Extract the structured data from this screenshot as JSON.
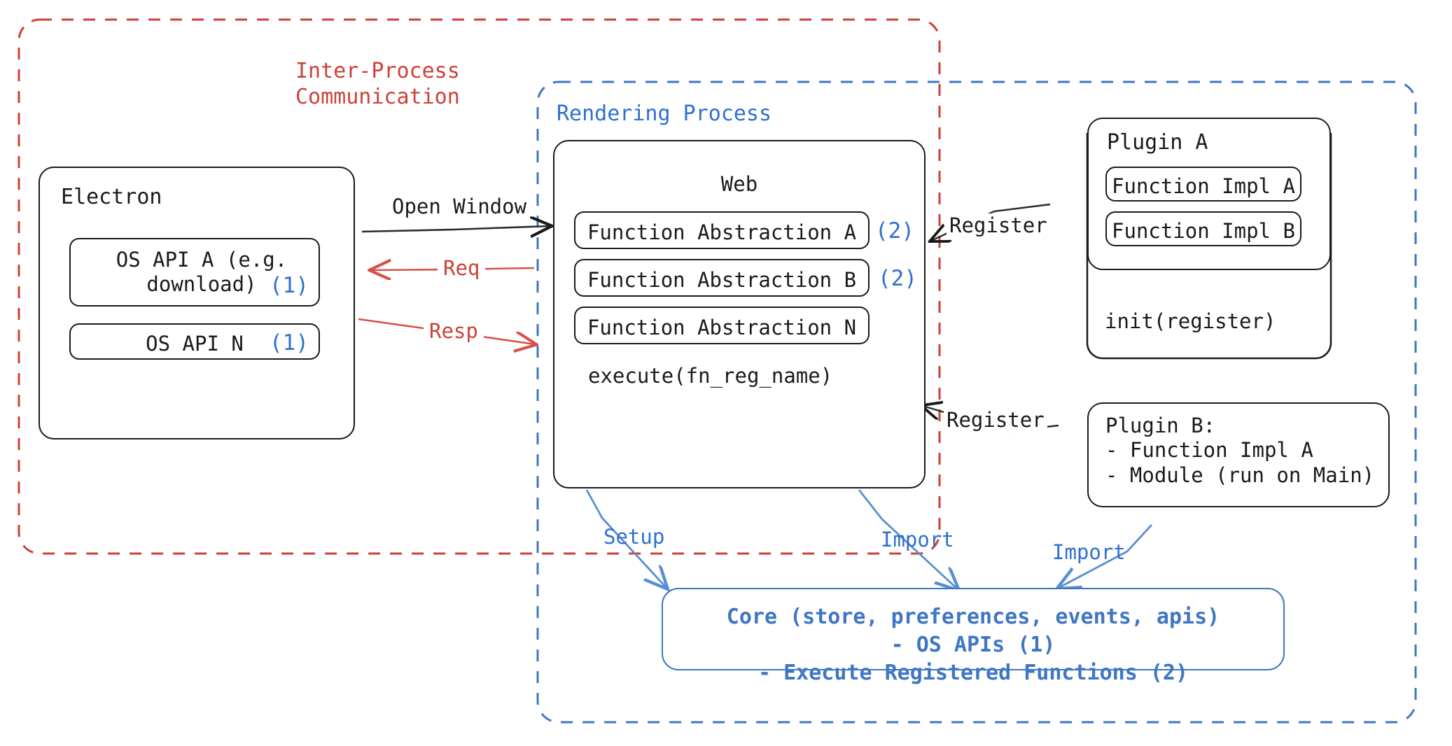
{
  "diagram": {
    "title": "Electron plugin architecture",
    "colors": {
      "red": "#cb4238",
      "blue": "#2f6fd0",
      "core_blue": "#3f76c4",
      "black": "#1a1a1a",
      "background": "#ffffff"
    }
  },
  "containers": {
    "ipc": {
      "label": "Inter-Process\nCommunication",
      "style": "red-dashed"
    },
    "rendering": {
      "label": "Rendering Process",
      "style": "blue-dashed"
    }
  },
  "electron": {
    "title": "Electron",
    "items": [
      {
        "text": "OS API A (e.g.\ndownload)",
        "tag": "(1)"
      },
      {
        "text": "OS API N",
        "tag": "(1)"
      }
    ]
  },
  "web": {
    "title": "Web",
    "abstractions": [
      {
        "text": "Function Abstraction A",
        "tag": "(2)"
      },
      {
        "text": "Function Abstraction B",
        "tag": "(2)"
      },
      {
        "text": "Function Abstraction N",
        "tag": ""
      }
    ],
    "footer": "execute(fn_reg_name)"
  },
  "plugin_a": {
    "title": "Plugin A",
    "items": [
      "Function Impl A",
      "Function Impl B"
    ],
    "footer": "init(register)"
  },
  "plugin_b": {
    "lines": "Plugin B:\n- Function Impl A\n- Module (run on Main)"
  },
  "core": {
    "lines": "Core (store, preferences, events, apis)\n- OS APIs (1)\n- Execute Registered Functions (2)"
  },
  "edges": {
    "open_window": "Open Window",
    "req": "Req",
    "resp": "Resp",
    "register_a": "Register",
    "register_b": "Register",
    "setup": "Setup",
    "import_web": "Import",
    "import_plugin_b": "Import"
  }
}
